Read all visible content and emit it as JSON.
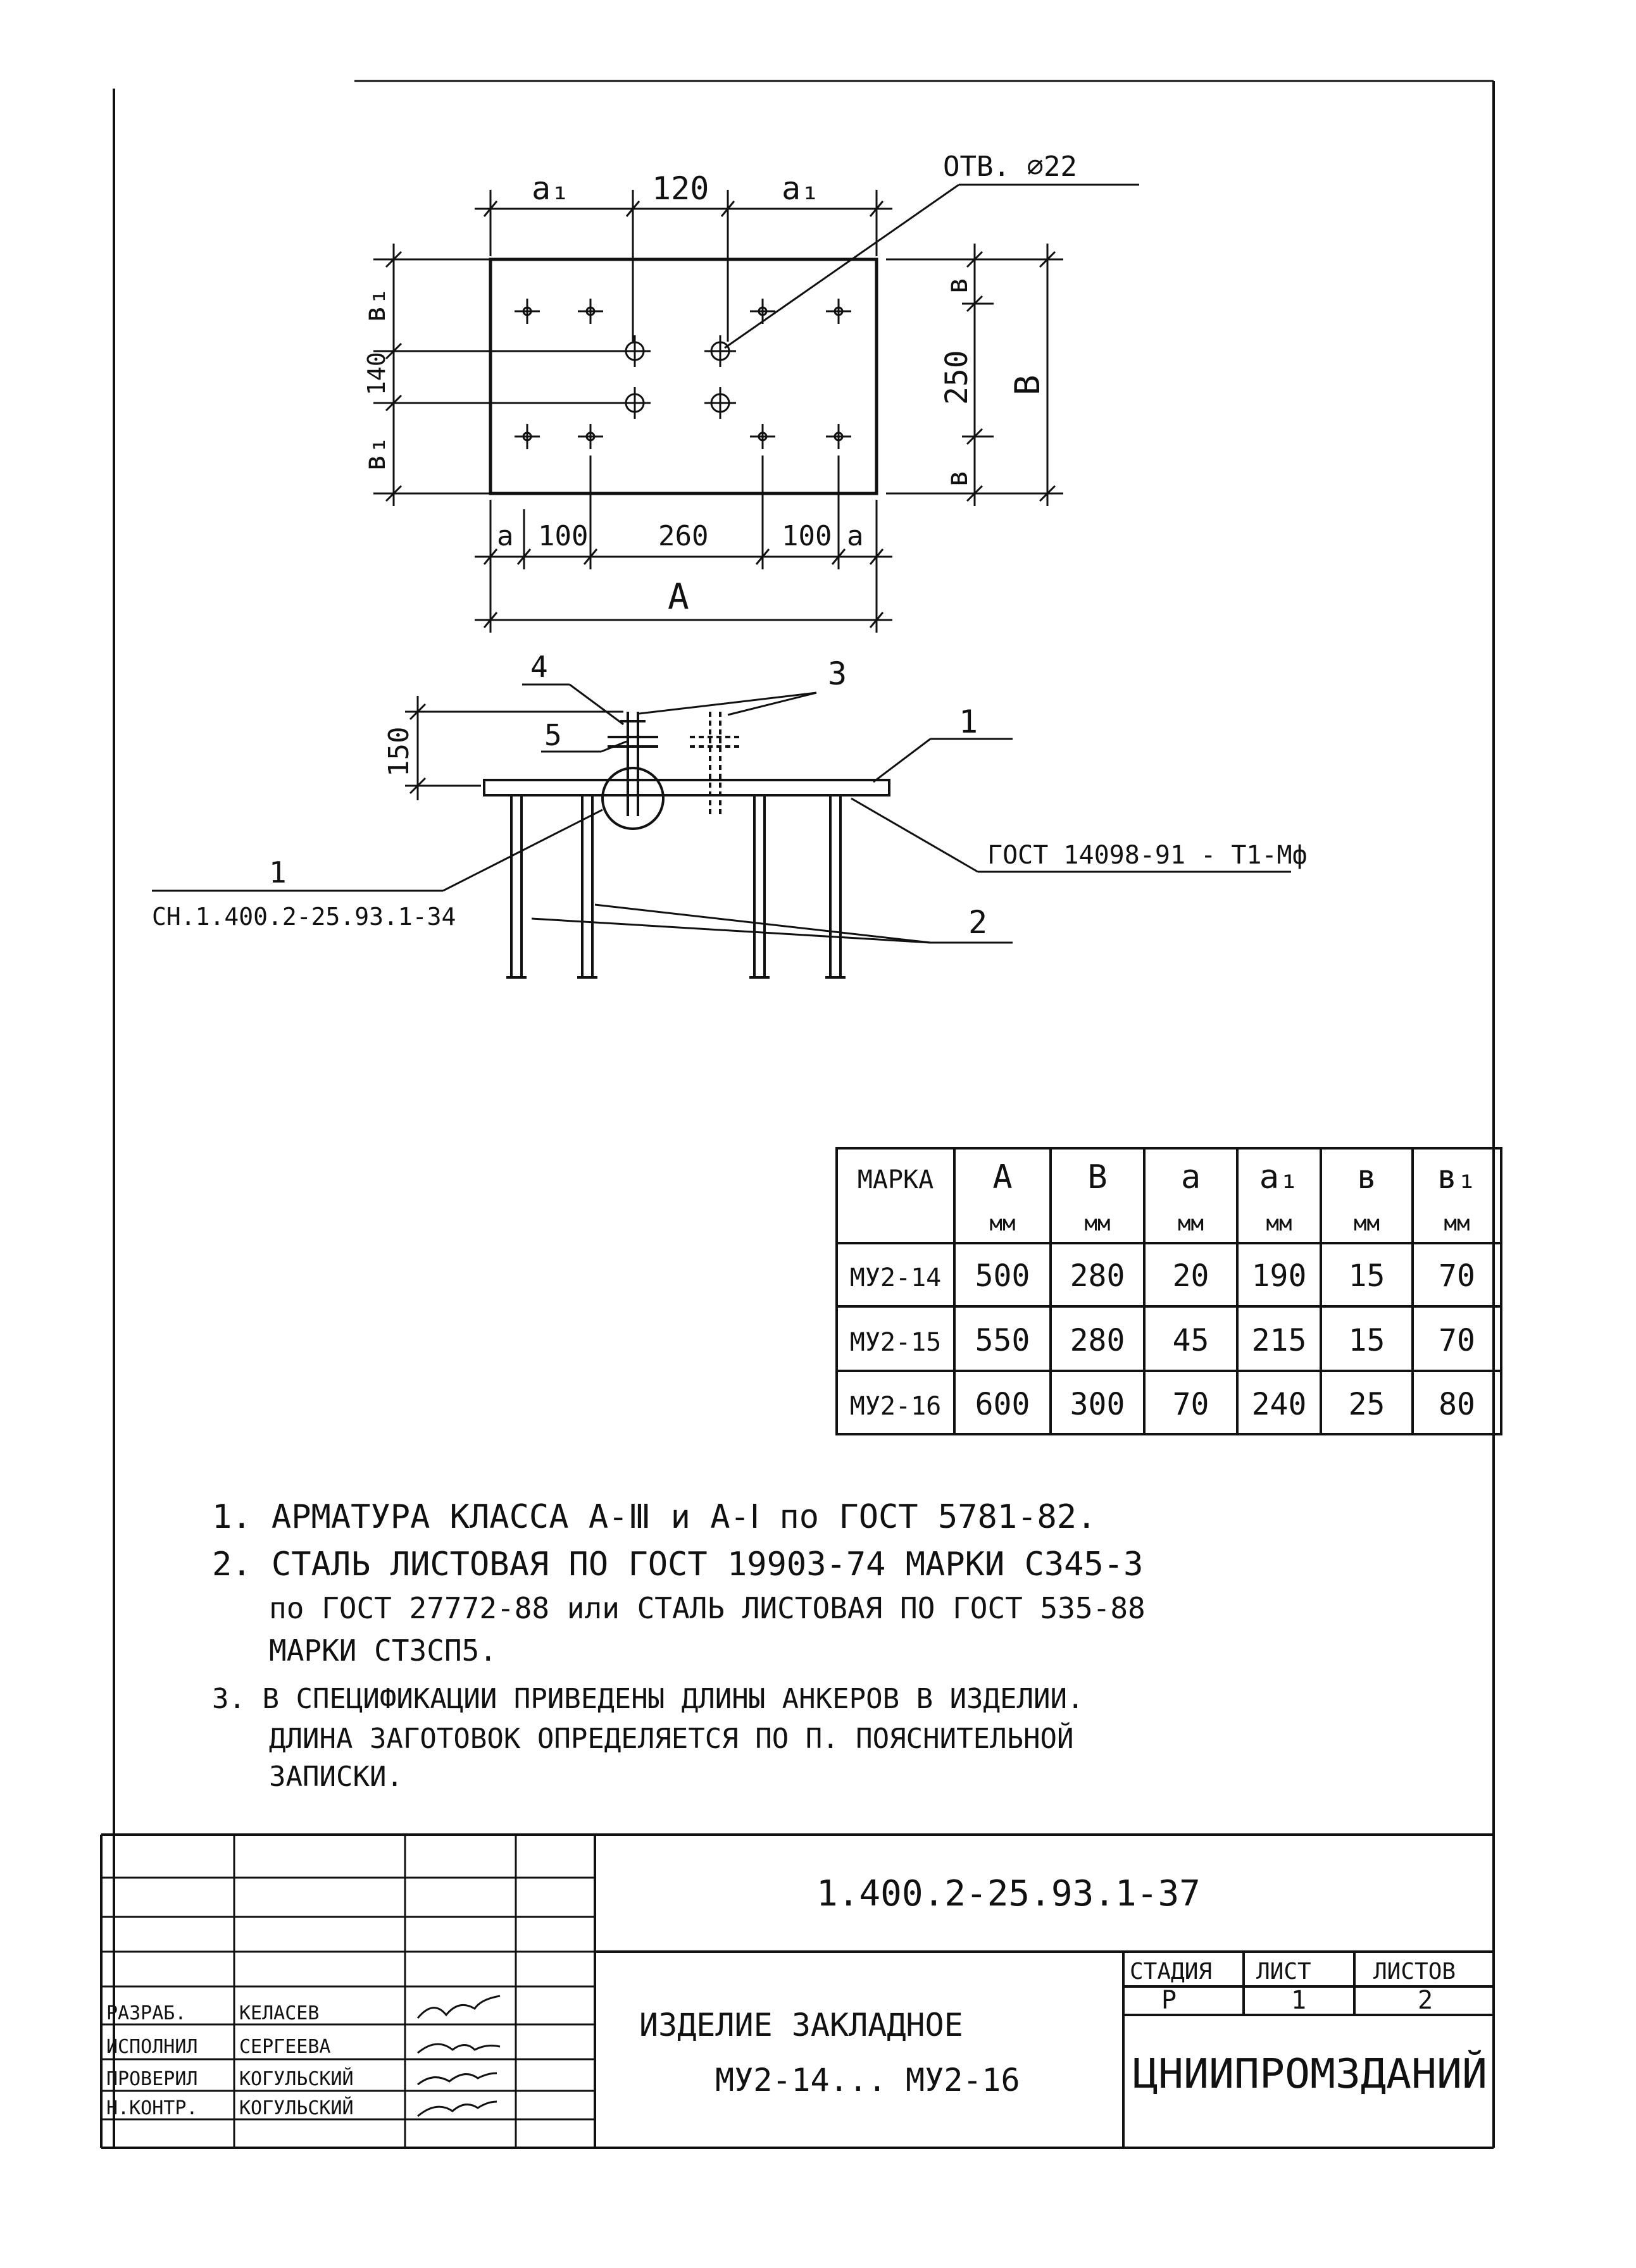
{
  "plan_view": {
    "top_dims": [
      "a₁",
      "120",
      "a₁"
    ],
    "hole_callout": "ОТВ. ∅22",
    "left_dims": [
      "в₁",
      "140",
      "в₁"
    ],
    "right_dims": [
      "в",
      "250",
      "в"
    ],
    "right_total": "В",
    "bottom_dims": [
      "а",
      "100",
      "260",
      "100",
      "а"
    ],
    "bottom_total": "А"
  },
  "section_view": {
    "dim_height": "150",
    "labels": {
      "p1": "1",
      "p2": "2",
      "p3": "3",
      "p4": "4",
      "p5": "5"
    },
    "weld_note": "ГОСТ 14098-91 - Т1-Мф",
    "node_ref_number": "1",
    "node_ref_sheet": "СН.1.400.2-25.93.1-34"
  },
  "table": {
    "headers": [
      "МАРКА",
      "А",
      "В",
      "а",
      "а₁",
      "в",
      "в₁"
    ],
    "units": [
      "",
      "мм",
      "мм",
      "мм",
      "мм",
      "мм",
      "мм"
    ],
    "rows": [
      [
        "МУ2-14",
        "500",
        "280",
        "20",
        "190",
        "15",
        "70"
      ],
      [
        "МУ2-15",
        "550",
        "280",
        "45",
        "215",
        "15",
        "70"
      ],
      [
        "МУ2-16",
        "600",
        "300",
        "70",
        "240",
        "25",
        "80"
      ]
    ]
  },
  "notes": {
    "n1": "1. АРМАТУРА КЛАССА А-Ⅲ и А-Ⅰ по ГОСТ 5781-82.",
    "n2a": "2. СТАЛЬ ЛИСТОВАЯ ПО ГОСТ 19903-74 МАРКИ С345-3",
    "n2b": "по ГОСТ 27772-88 или СТАЛЬ ЛИСТОВАЯ ПО ГОСТ 535-88",
    "n2c": "МАРКИ СТ3СП5.",
    "n3a": "3. В СПЕЦИФИКАЦИИ ПРИВЕДЕНЫ ДЛИНЫ АНКЕРОВ В ИЗДЕЛИИ.",
    "n3b": "ДЛИНА ЗАГОТОВОК ОПРЕДЕЛЯЕТСЯ ПО П.       ПОЯСНИТЕЛЬНОЙ",
    "n3c": "ЗАПИСКИ."
  },
  "title_block": {
    "doc_code": "1.400.2-25.93.1-37",
    "title_line1": "ИЗДЕЛИЕ   ЗАКЛАДНОЕ",
    "title_line2": "МУ2-14... МУ2-16",
    "stage_label": "СТАДИЯ",
    "sheet_label": "ЛИСТ",
    "sheets_label": "ЛИСТОВ",
    "stage_value": "Р",
    "sheet_value": "1",
    "sheets_value": "2",
    "organization": "ЦНИИПРОМЗДАНИЙ",
    "staff": [
      {
        "role": "РАЗРАБ.",
        "name": "КЕЛАСЕВ"
      },
      {
        "role": "ИСПОЛНИЛ",
        "name": "СЕРГЕЕВА"
      },
      {
        "role": "ПРОВЕРИЛ",
        "name": "КОГУЛЬСКИЙ"
      },
      {
        "role": "Н.КОНТР.",
        "name": "КОГУЛЬСКИЙ"
      }
    ]
  }
}
